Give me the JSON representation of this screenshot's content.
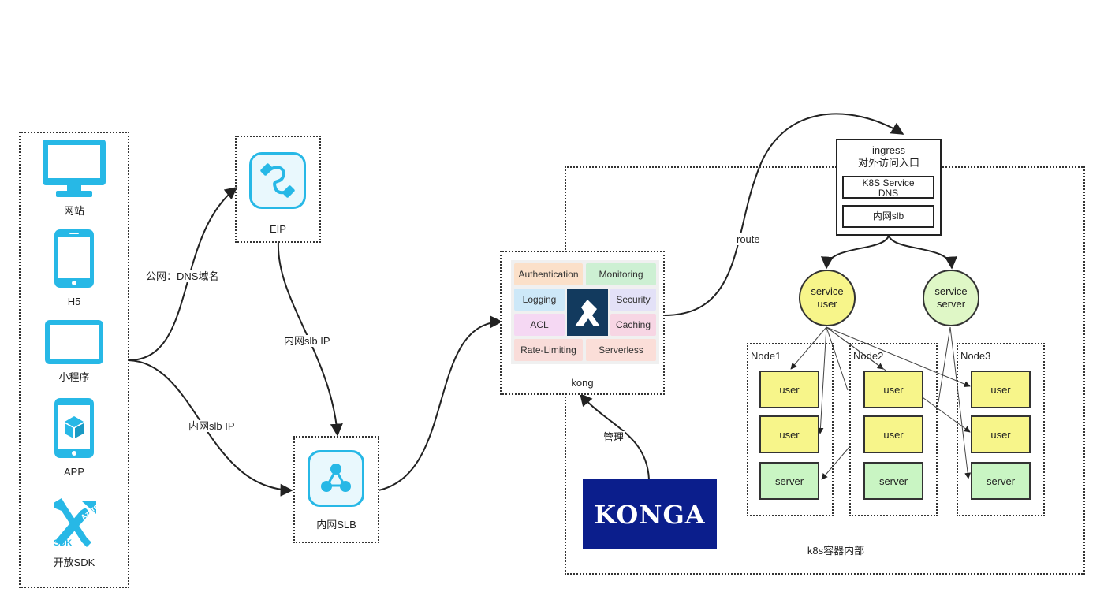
{
  "clients": {
    "items": [
      {
        "label": "网站",
        "icon": "monitor-icon"
      },
      {
        "label": "H5",
        "icon": "phone-icon"
      },
      {
        "label": "小程序",
        "icon": "tablet-icon"
      },
      {
        "label": "APP",
        "icon": "app-cube-icon"
      },
      {
        "label": "开放SDK",
        "icon": "sdk-tools-icon",
        "badge": "Azure",
        "badge2": "SDK"
      }
    ]
  },
  "edges": {
    "public_dns": "公网：DNS域名",
    "slb_ip_top": "内网slb IP",
    "slb_ip_bottom": "内网slb IP",
    "route": "route",
    "manage": "管理"
  },
  "eip": {
    "label": "EIP",
    "icon": "plug-icon"
  },
  "slb": {
    "label": "内网SLB",
    "icon": "network-share-icon"
  },
  "kong": {
    "label": "kong",
    "plugins": [
      {
        "label": "Authentication",
        "color": "#fbe0c9"
      },
      {
        "label": "Monitoring",
        "color": "#cdf0d3"
      },
      {
        "label": "Logging",
        "color": "#cde8f8"
      },
      {
        "label": "Security",
        "color": "#e3e1f7"
      },
      {
        "label": "ACL",
        "color": "#f5d8f3"
      },
      {
        "label": "Caching",
        "color": "#f7d6e4"
      },
      {
        "label": "Rate-Limiting",
        "color": "#f9dcd9"
      },
      {
        "label": "Serverless",
        "color": "#fbded8"
      }
    ],
    "center_color": "#123a5e"
  },
  "konga": {
    "label": "KONGA",
    "bg": "#0b1e8c"
  },
  "ingress": {
    "title_line1": "ingress",
    "title_line2": "对外访问入口",
    "k8s_line1": "K8S Service",
    "k8s_line2": "DNS",
    "slb": "内网slb"
  },
  "services": [
    {
      "line1": "service",
      "line2": "user",
      "color": "#f7f58a"
    },
    {
      "line1": "service",
      "line2": "server",
      "color": "#dff7c6"
    }
  ],
  "nodes": [
    {
      "label": "Node1",
      "pods": [
        "user",
        "user",
        "server"
      ]
    },
    {
      "label": "Node2",
      "pods": [
        "user",
        "user",
        "server"
      ]
    },
    {
      "label": "Node3",
      "pods": [
        "user",
        "user",
        "server"
      ]
    }
  ],
  "k8s_label": "k8s容器内部"
}
